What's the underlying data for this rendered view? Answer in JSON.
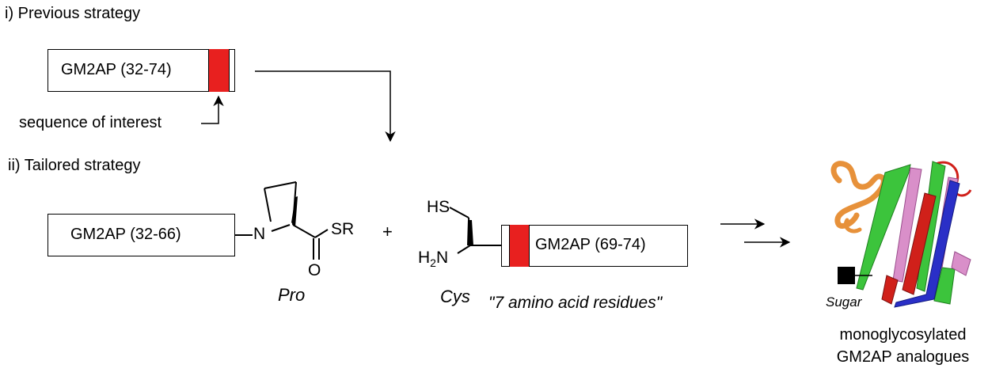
{
  "section_previous": "i) Previous strategy",
  "section_tailored": "ii) Tailored strategy",
  "previous": {
    "peptide_label": "GM2AP (32-74)",
    "annotation": "sequence of interest"
  },
  "tailored": {
    "left_peptide_label": "GM2AP (32-66)",
    "right_peptide_label": "GM2AP (69-74)",
    "pro_label": "Pro",
    "cys_label": "Cys",
    "residues_note": "\"7 amino acid residues\"",
    "plus": "+",
    "atoms": {
      "n": "N",
      "sr": "SR",
      "o": "O",
      "hs": "HS",
      "h2n_h": "H",
      "h2n_sub": "2",
      "h2n_n": "N"
    }
  },
  "product": {
    "sugar_label": "Sugar",
    "line1": "monoglycosylated",
    "line2": "GM2AP analogues"
  },
  "colors": {
    "segment_red": "#e8201f",
    "protein_green": "#3cc43c",
    "protein_red": "#d0201a",
    "protein_pink": "#d98fc9",
    "protein_blue": "#2a2fc7",
    "protein_orange": "#e7913a"
  }
}
